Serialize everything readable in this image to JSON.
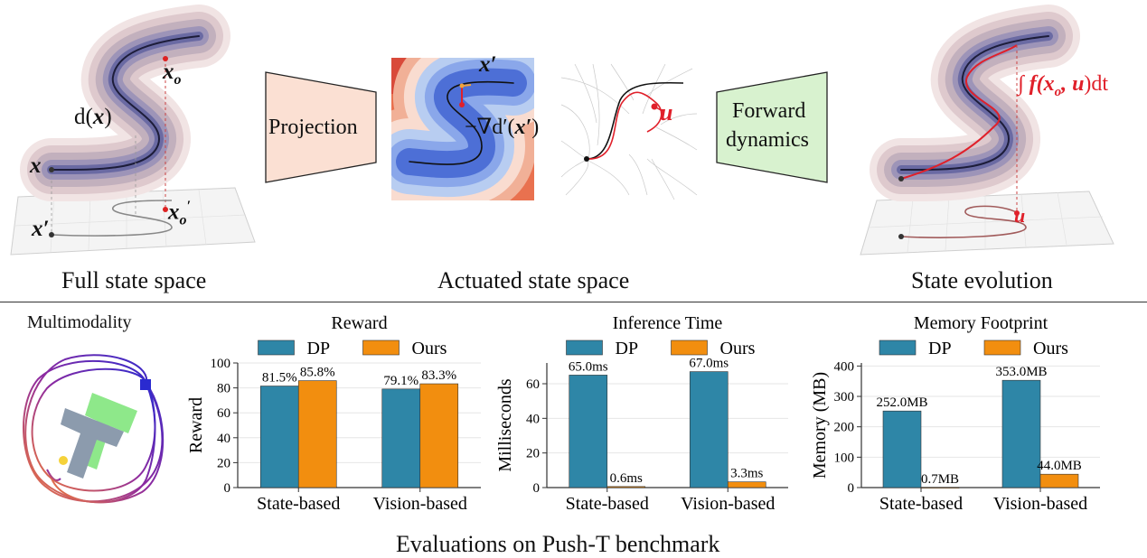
{
  "top": {
    "panels": {
      "full": {
        "caption": "Full state space",
        "x_label": "x",
        "xo_label": "x",
        "xo_sub": "o",
        "d_label": "d(",
        "d_x": "x",
        "d_close": ")",
        "xp_label": "x′",
        "xop_label": "x",
        "xop_sub": "o",
        "xop_prime": "′"
      },
      "actuated": {
        "caption": "Actuated state space",
        "xp_label": "x′",
        "grad_label": "−∇d′(",
        "grad_x": "x′",
        "grad_close": ")",
        "u_label": "u"
      },
      "evolution": {
        "caption": "State evolution",
        "integral_label": "∫ f(",
        "integral_x": "x",
        "integral_sub": "o",
        "integral_u": ", u",
        "integral_dt": ")dt",
        "u_label": "u"
      }
    },
    "projection_label": "Projection",
    "forward_label_1": "Forward",
    "forward_label_2": "dynamics",
    "colors": {
      "projection_fill": "#fbe0d3",
      "forward_fill": "#d8f2cf",
      "red": "#e0202a"
    }
  },
  "bottom": {
    "multimodality_title": "Multimodality",
    "caption": "Evaluations on Push-T benchmark"
  },
  "chart_data": [
    {
      "type": "bar",
      "title": "Reward",
      "ylabel": "Reward",
      "categories": [
        "State-based",
        "Vision-based"
      ],
      "series": [
        {
          "name": "DP",
          "values": [
            81.5,
            79.1
          ],
          "labels": [
            "81.5%",
            "79.1%"
          ],
          "color": "#2e86a7"
        },
        {
          "name": "Ours",
          "values": [
            85.8,
            83.3
          ],
          "labels": [
            "85.8%",
            "83.3%"
          ],
          "color": "#f28e0f"
        }
      ],
      "ylim": [
        0,
        100
      ],
      "yticks": [
        0,
        20,
        40,
        60,
        80,
        100
      ],
      "grid": true,
      "legend": "top"
    },
    {
      "type": "bar",
      "title": "Inference Time",
      "ylabel": "Milliseconds",
      "categories": [
        "State-based",
        "Vision-based"
      ],
      "series": [
        {
          "name": "DP",
          "values": [
            65.0,
            67.0
          ],
          "labels": [
            "65.0ms",
            "67.0ms"
          ],
          "color": "#2e86a7"
        },
        {
          "name": "Ours",
          "values": [
            0.6,
            3.3
          ],
          "labels": [
            "0.6ms",
            "3.3ms"
          ],
          "color": "#f28e0f"
        }
      ],
      "ylim": [
        0,
        72
      ],
      "yticks": [
        0,
        20,
        40,
        60
      ],
      "grid": true,
      "legend": "top"
    },
    {
      "type": "bar",
      "title": "Memory Footprint",
      "ylabel": "Memory (MB)",
      "categories": [
        "State-based",
        "Vision-based"
      ],
      "series": [
        {
          "name": "DP",
          "values": [
            252.0,
            353.0
          ],
          "labels": [
            "252.0MB",
            "353.0MB"
          ],
          "color": "#2e86a7"
        },
        {
          "name": "Ours",
          "values": [
            0.7,
            44.0
          ],
          "labels": [
            "0.7MB",
            "44.0MB"
          ],
          "color": "#f28e0f"
        }
      ],
      "ylim": [
        0,
        410
      ],
      "yticks": [
        0,
        100,
        200,
        300,
        400
      ],
      "grid": true,
      "legend": "top"
    }
  ]
}
